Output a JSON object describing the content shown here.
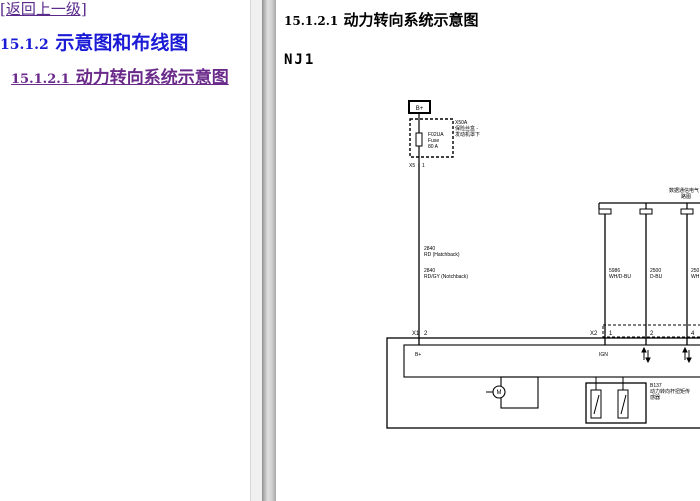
{
  "nav": {
    "back_label": "[返回上一级]",
    "section_number": "15.1.2",
    "section_title": "示意图和布线图",
    "subsection_number": "15.1.2.1",
    "subsection_title": "动力转向系统示意图"
  },
  "content": {
    "title_number": "15.1.2.1",
    "title_text": "动力转向系统示意图",
    "vehicle_code": "NJ1"
  },
  "diagram": {
    "battery_label": "B+",
    "fusebox_id": "X50A",
    "fusebox_desc_line1": "保险丝盒 -",
    "fusebox_desc_line2": "发动机罩下",
    "fuse_id": "F02UA",
    "fuse_word": "Fuse",
    "fuse_rating": "80 A",
    "fusebox_connector": "X5",
    "fusebox_pin": "1",
    "wire1_circuit": "2840",
    "wire1_color": "RD (Hatchback)",
    "wire2_circuit": "2840",
    "wire2_color": "RD/GY (Notchback)",
    "bus_line1": "数据通信电气",
    "bus_line2": "路图",
    "wire3_circuit": "5986",
    "wire3_color": "WH/D-BU",
    "wire4_circuit": "2500",
    "wire4_color": "D-BU",
    "wire5_circuit": "250",
    "wire5_color": "WH",
    "conn_x1": "X1",
    "conn_x1_pin": "2",
    "conn_x2": "X2",
    "conn_x2_pin1": "1",
    "conn_x2_pin2": "2",
    "conn_x2_pin4": "4",
    "module_bplus": "B+",
    "module_ign": "IGN",
    "motor_label": "M",
    "sensor_id": "B137",
    "sensor_line1": "动力转向杆扭矩传",
    "sensor_line2": "感器"
  }
}
